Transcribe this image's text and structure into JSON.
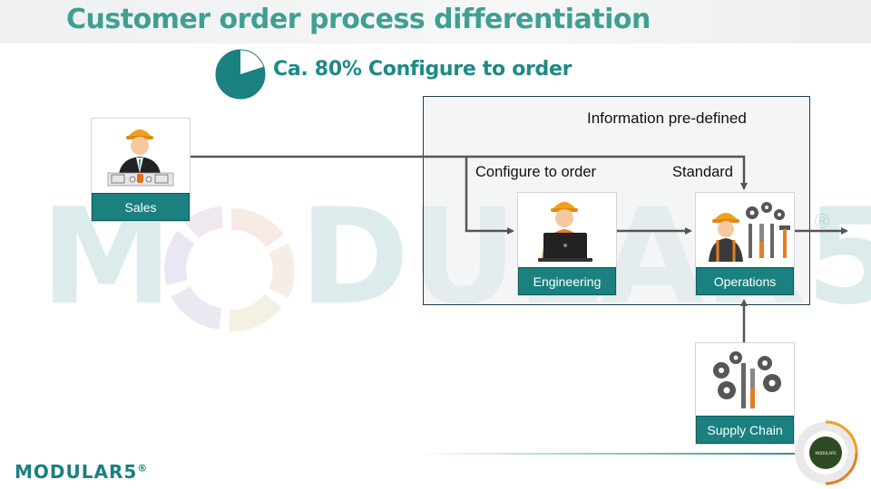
{
  "header": {
    "title": "Customer order process differentiation"
  },
  "subtitle": {
    "text": "Ca. 80% Configure to order",
    "share_percent": 80,
    "color": "#1a8080"
  },
  "watermark": {
    "text": "MODULAR5",
    "mark": "®"
  },
  "panel": {
    "title": "Information pre-defined",
    "column_labels": [
      "Configure to order",
      "Standard"
    ]
  },
  "nodes": {
    "sales": {
      "label": "Sales",
      "icon": "salesperson-icon"
    },
    "engineering": {
      "label": "Engineering",
      "icon": "engineer-laptop-icon"
    },
    "operations": {
      "label": "Operations",
      "icon": "worker-tools-icon"
    },
    "supply_chain": {
      "label": "Supply Chain",
      "icon": "gears-tools-icon"
    }
  },
  "footer": {
    "logo": "MODULAR5",
    "logo_mark": "®",
    "badge_text": "MODULAR5"
  },
  "colors": {
    "teal": "#1a8080",
    "title": "#3f9f92",
    "arrow": "#555555",
    "panel_border": "#1f3d4f"
  }
}
